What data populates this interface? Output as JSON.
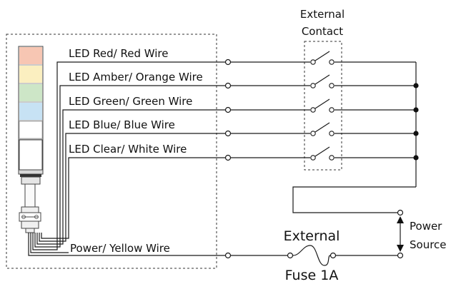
{
  "external_contact": {
    "line1": "External",
    "line2": "Contact"
  },
  "wires": [
    {
      "label": "LED Red/ Red Wire",
      "color": "#f7c6b3"
    },
    {
      "label": "LED Amber/ Orange Wire",
      "color": "#fbefc0"
    },
    {
      "label": "LED Green/ Green Wire",
      "color": "#cde6c7"
    },
    {
      "label": "LED Blue/ Blue Wire",
      "color": "#c7e2f4"
    },
    {
      "label": "LED Clear/ White Wire",
      "color": "#ffffff"
    }
  ],
  "power_wire": {
    "label": "Power/ Yellow Wire"
  },
  "fuse": {
    "line1": "External",
    "line2": "Fuse 1A"
  },
  "power_source": {
    "line1": "Power",
    "line2": "Source"
  }
}
